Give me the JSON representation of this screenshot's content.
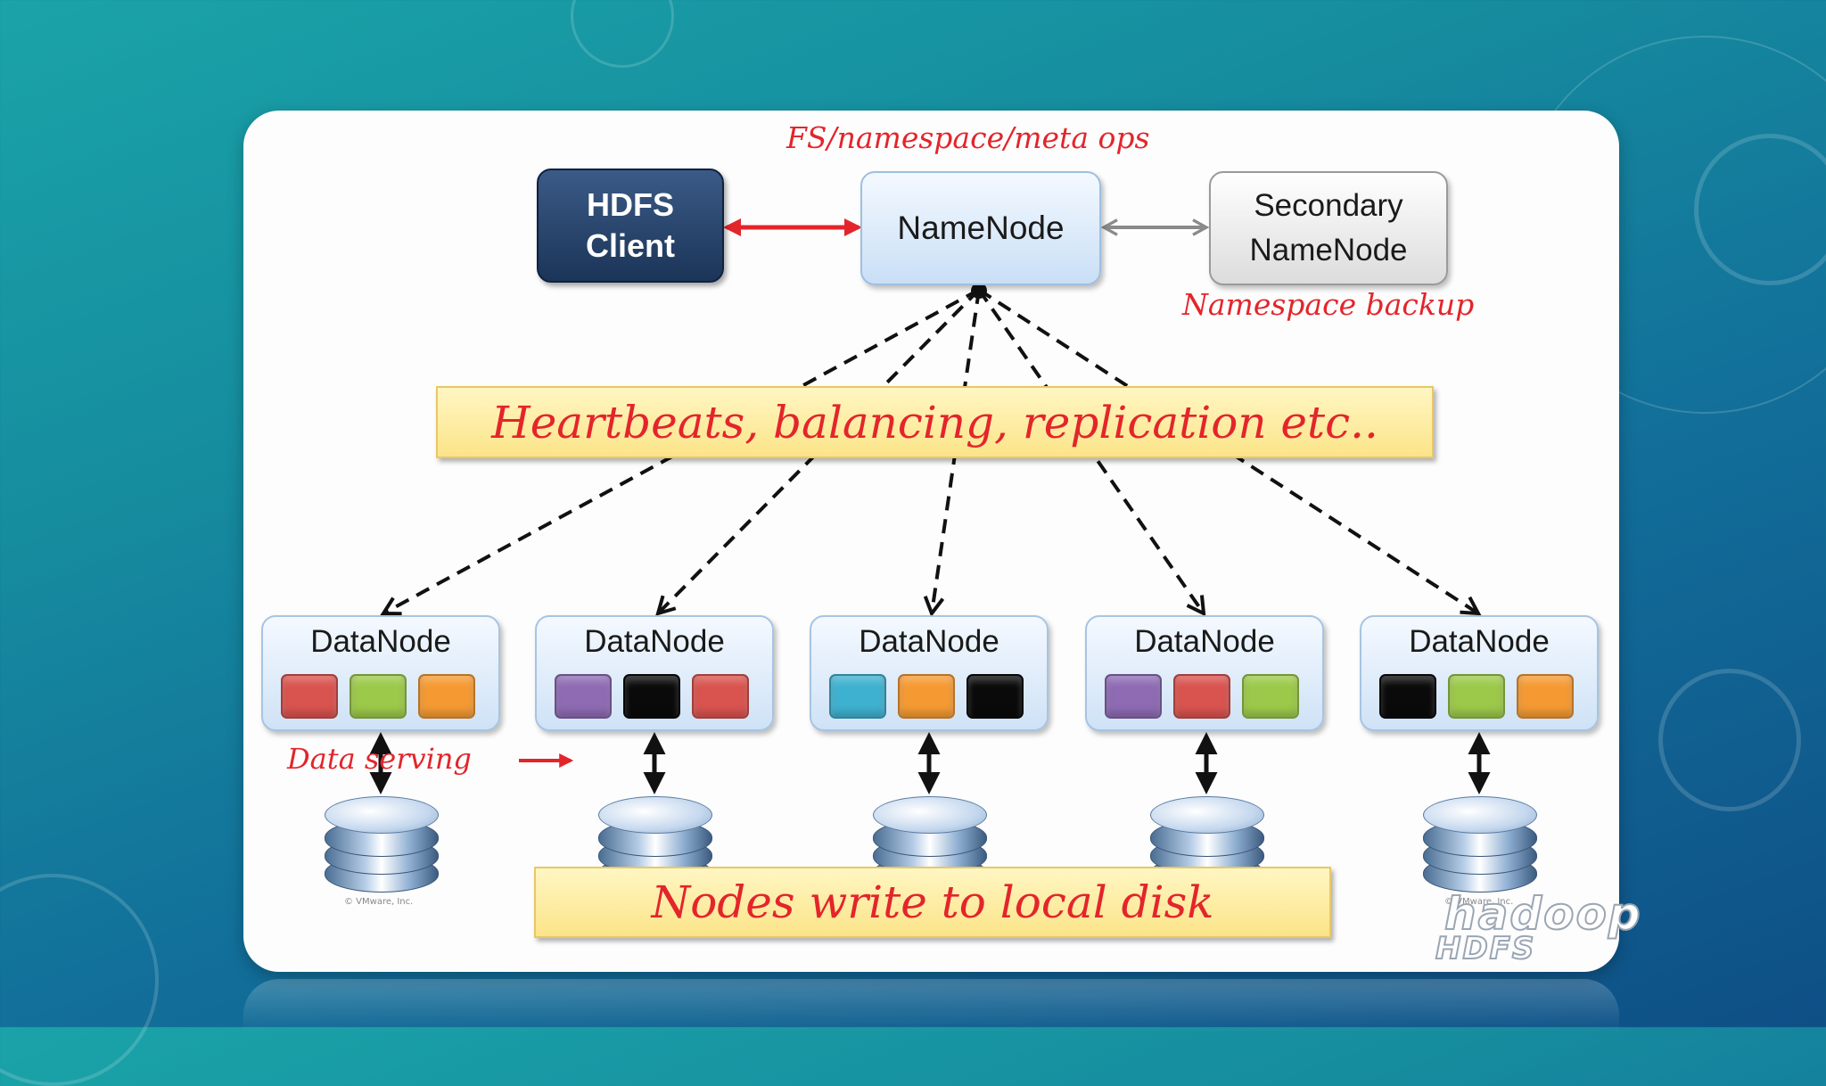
{
  "nodes": {
    "hdfs_client": "HDFS Client",
    "namenode": "NameNode",
    "secondary_namenode": "Secondary NameNode"
  },
  "notes": {
    "fs_ops": "FS/namespace/meta ops",
    "namespace_backup": "Namespace backup",
    "data_serving": "Data serving"
  },
  "banners": {
    "heartbeats": "Heartbeats, balancing, replication etc..",
    "local_disk": "Nodes write to local disk"
  },
  "datanode_label": "DataNode",
  "colors": {
    "red": "#d9534f",
    "green": "#9cc94a",
    "orange": "#f59a33",
    "purple": "#8e6bb3",
    "black": "#0a0a0a",
    "cyan": "#3fb1d0",
    "annotation": "#e3252b"
  },
  "datanodes": [
    {
      "blocks": [
        "red",
        "green",
        "orange"
      ]
    },
    {
      "blocks": [
        "purple",
        "black",
        "red"
      ]
    },
    {
      "blocks": [
        "cyan",
        "orange",
        "black"
      ]
    },
    {
      "blocks": [
        "purple",
        "red",
        "green"
      ]
    },
    {
      "blocks": [
        "black",
        "green",
        "orange"
      ]
    }
  ],
  "credit": "© VMware, Inc.",
  "logo": {
    "name": "hadoop",
    "sub": "HDFS"
  }
}
